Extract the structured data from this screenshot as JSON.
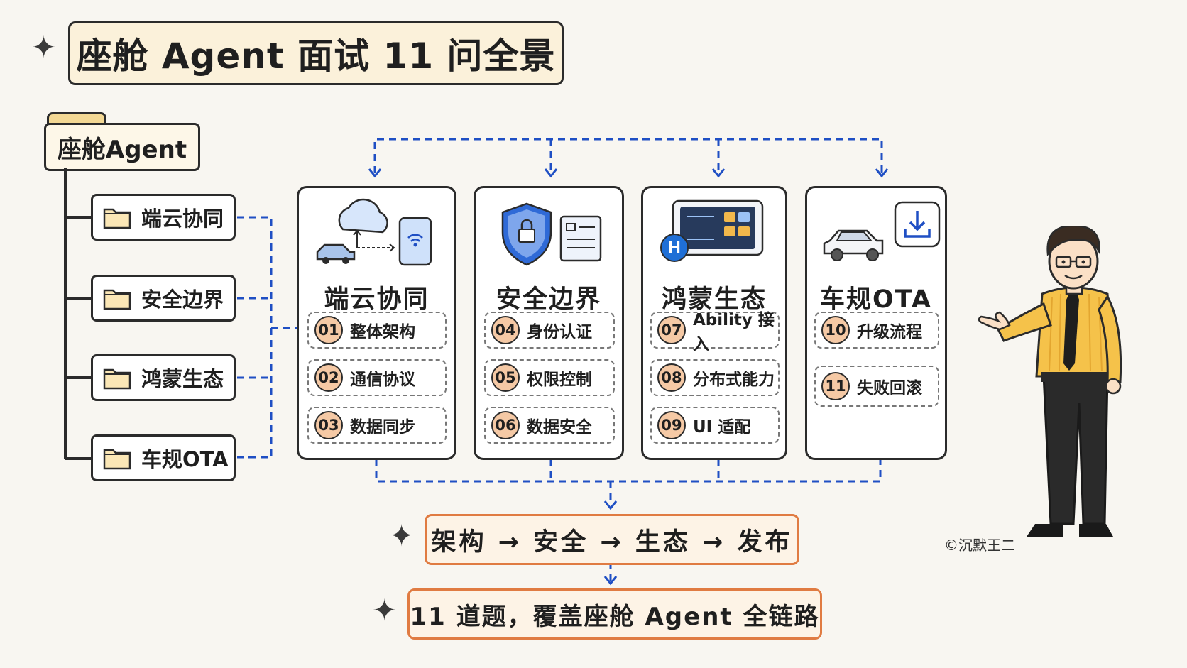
{
  "title": "座舱 Agent 面试 11 问全景",
  "tree": {
    "root": "座舱Agent",
    "items": [
      {
        "label": "端云协同"
      },
      {
        "label": "安全边界"
      },
      {
        "label": "鸿蒙生态"
      },
      {
        "label": "车规OTA"
      }
    ]
  },
  "cards": [
    {
      "title": "端云协同",
      "questions": [
        {
          "num": "01",
          "label": "整体架构"
        },
        {
          "num": "02",
          "label": "通信协议"
        },
        {
          "num": "03",
          "label": "数据同步"
        }
      ]
    },
    {
      "title": "安全边界",
      "questions": [
        {
          "num": "04",
          "label": "身份认证"
        },
        {
          "num": "05",
          "label": "权限控制"
        },
        {
          "num": "06",
          "label": "数据安全"
        }
      ]
    },
    {
      "title": "鸿蒙生态",
      "questions": [
        {
          "num": "07",
          "label": "Ability 接入"
        },
        {
          "num": "08",
          "label": "分布式能力"
        },
        {
          "num": "09",
          "label": "UI 适配"
        }
      ]
    },
    {
      "title": "车规OTA",
      "questions": [
        {
          "num": "10",
          "label": "升级流程"
        },
        {
          "num": "11",
          "label": "失败回滚"
        }
      ]
    }
  ],
  "flow": "架构 → 安全 → 生态 → 发布",
  "summary": "11 道题，覆盖座舱 Agent 全链路",
  "watermark": "©沉默王二",
  "hongmeng_badge": "H",
  "colors": {
    "dashed_line": "#1f4fc4",
    "accent_orange": "#e07b42",
    "num_fill": "#f5c9a5"
  },
  "icons": [
    "sparkle-icon",
    "folder-icon",
    "cloud-icon",
    "car-icon",
    "phone-wifi-icon",
    "shield-lock-icon",
    "id-card-icon",
    "tablet-dashboard-icon",
    "hongmeng-badge-icon",
    "suv-icon",
    "download-icon",
    "presenter-illustration"
  ]
}
